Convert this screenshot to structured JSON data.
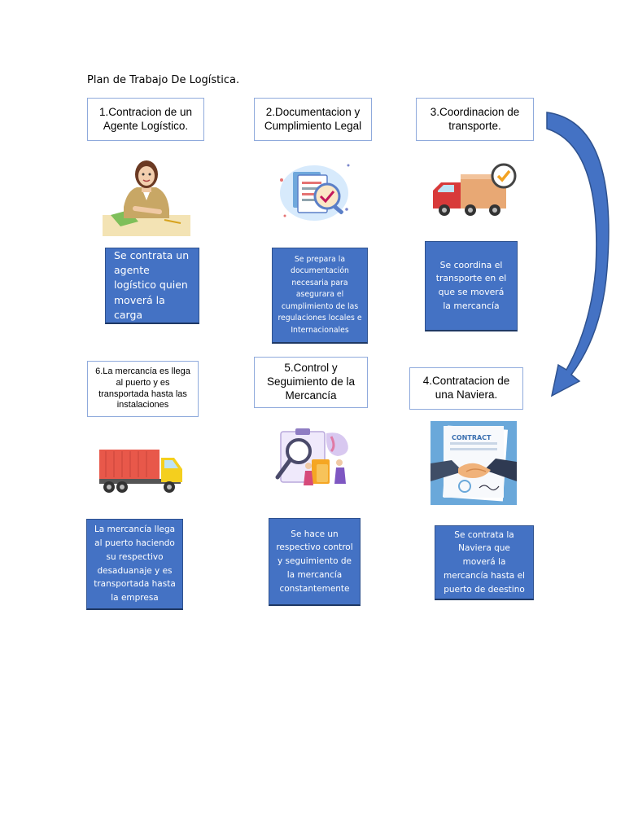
{
  "title": "Plan de Trabajo De Logística.",
  "steps": [
    {
      "label": "1.Contracion de un Agente Logístico."
    },
    {
      "label": "2.Documentacion y Cumplimiento Legal"
    },
    {
      "label": "3.Coordinacion de transporte."
    },
    {
      "label": "4.Contratacion de una Naviera."
    },
    {
      "label": "5.Control y Seguimiento de la Mercancía"
    },
    {
      "label": "6.La mercancía es llega al puerto y es transportada hasta las instalaciones"
    }
  ],
  "descriptions": [
    {
      "text": "Se contrata un agente logístico quien moverá la carga"
    },
    {
      "text": "Se prepara la documentación necesaria para asegurara el cumplimiento de las regulaciones locales e Internacionales"
    },
    {
      "text": "Se coordina el transporte en el que se moverá la mercancía"
    },
    {
      "text": "Se contrata la Naviera que moverá la mercancía hasta el puerto de deestino"
    },
    {
      "text": "Se hace un respectivo control y seguimiento de la mercancía constantemente"
    },
    {
      "text": "La mercancía llega al puerto haciendo su respectivo desaduanaje y es transportada hasta la empresa"
    }
  ],
  "contract_label": "CONTRACT",
  "colors": {
    "box_fill": "#4472c4",
    "box_border": "#8faadc",
    "arrow": "#4472c4"
  }
}
